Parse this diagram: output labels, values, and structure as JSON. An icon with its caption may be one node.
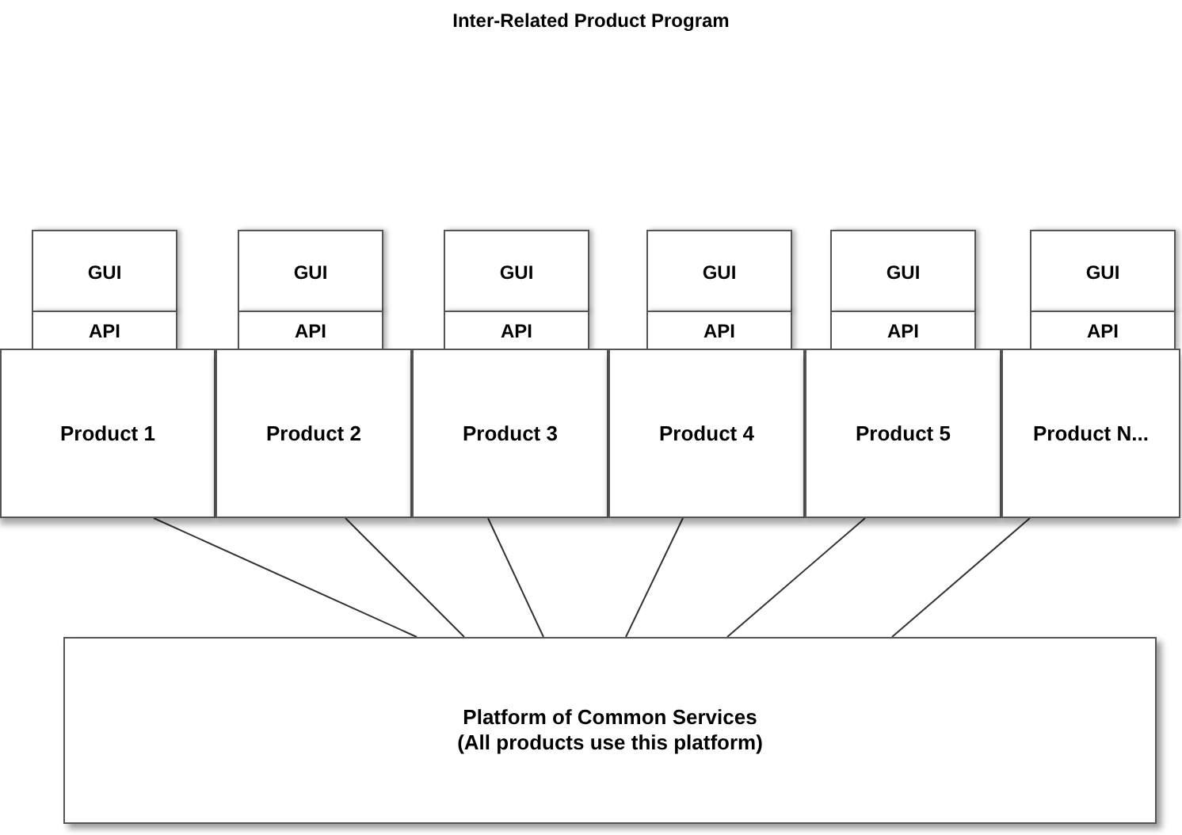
{
  "diagram": {
    "title": "Inter-Related Product Program",
    "nodes": [
      {
        "text": [
          "GUI"
        ]
      },
      {
        "text": [
          "GUI"
        ]
      },
      {
        "text": [
          "GUI"
        ]
      },
      {
        "text": [
          "GUI"
        ]
      },
      {
        "text": [
          "GUI"
        ]
      },
      {
        "text": [
          "GUI"
        ]
      },
      {
        "text": [
          "API"
        ]
      },
      {
        "text": [
          "API"
        ]
      },
      {
        "text": [
          "API"
        ]
      },
      {
        "text": [
          "API"
        ]
      },
      {
        "text": [
          "API"
        ]
      },
      {
        "text": [
          "API"
        ]
      },
      {
        "text": [
          "Product 1"
        ]
      },
      {
        "text": [
          "Product 2"
        ]
      },
      {
        "text": [
          "Product 3"
        ]
      },
      {
        "text": [
          "Product 4"
        ]
      },
      {
        "text": [
          "Product 5"
        ]
      },
      {
        "text": [
          "Product N..."
        ]
      },
      {
        "text": [
          "Platform of Common Services (All products use this platform)"
        ]
      }
    ],
    "edges": [
      {
        "from": 12,
        "to": 18,
        "arrow": "none"
      },
      {
        "from": 13,
        "to": 18,
        "arrow": "none"
      },
      {
        "from": 14,
        "to": 18,
        "arrow": "none"
      },
      {
        "from": 15,
        "to": 18,
        "arrow": "none"
      },
      {
        "from": 16,
        "to": 18,
        "arrow": "none"
      },
      {
        "from": 17,
        "to": 18,
        "arrow": "none"
      }
    ]
  }
}
